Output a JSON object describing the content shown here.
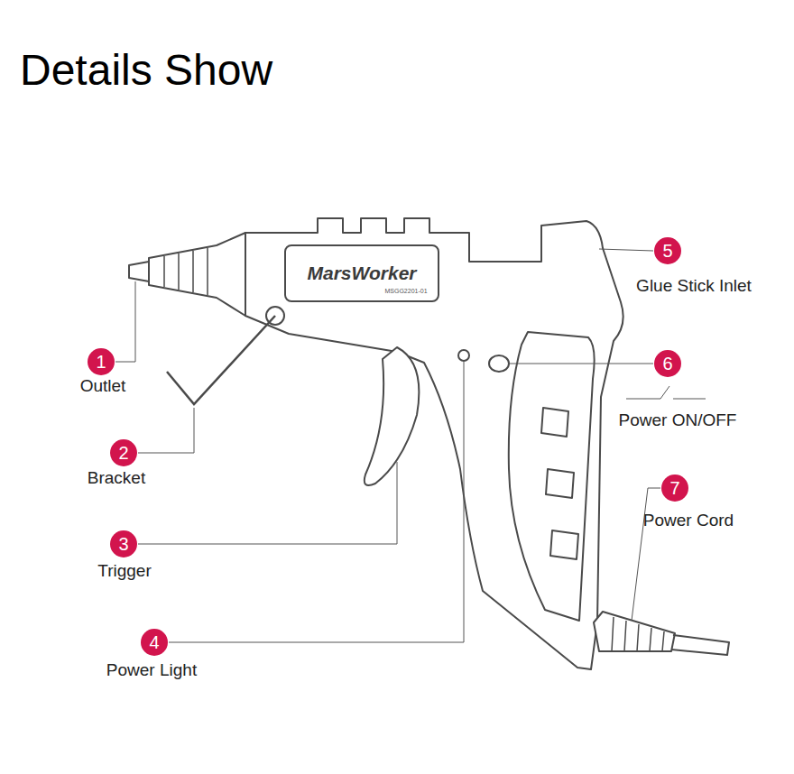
{
  "diagram": {
    "title": "Details Show",
    "labels": [
      "1",
      "Outlet",
      "2",
      "Bracket",
      "3",
      "Trigger",
      "4",
      "Power Light",
      "5",
      "Glue Stick Inlet",
      "6",
      "Power ON/OFF",
      "7",
      "Power Cord",
      "MarsWorker",
      "MSGG2201-01"
    ]
  }
}
